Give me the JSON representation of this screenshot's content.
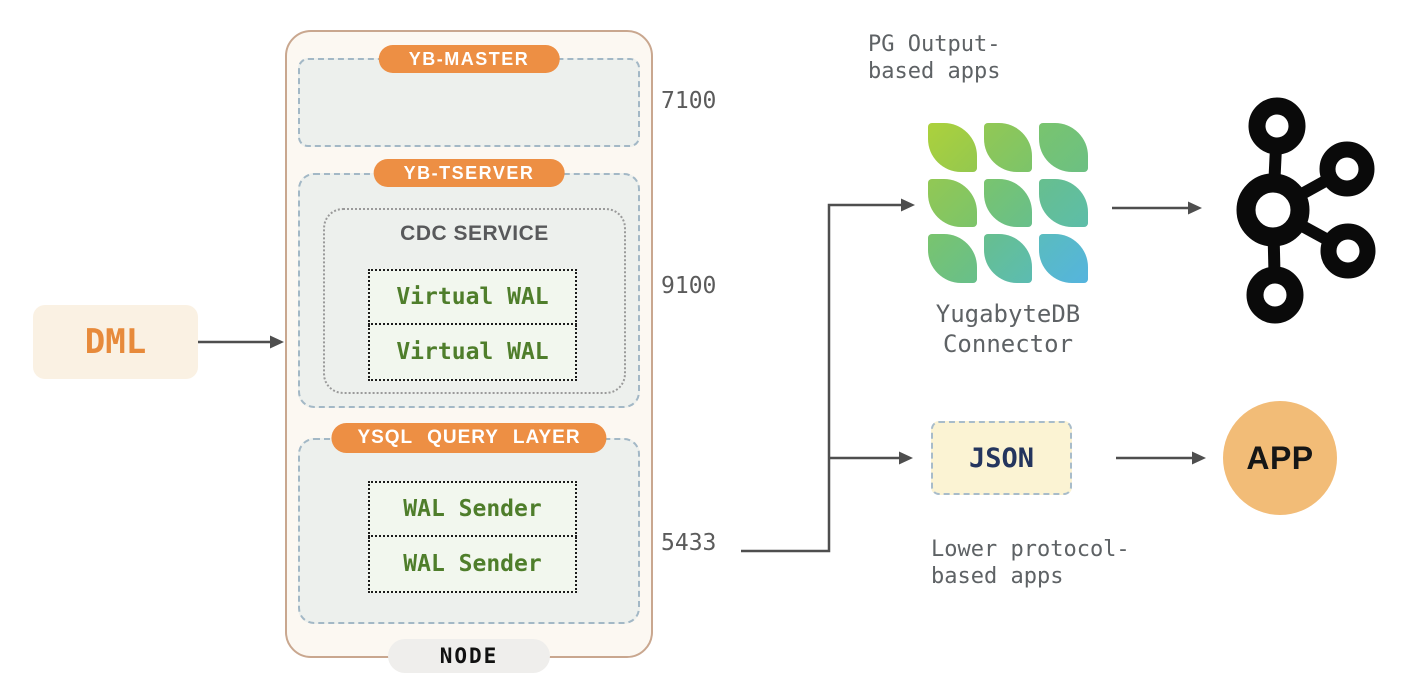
{
  "colors": {
    "accent_orange": "#ED8F44",
    "dml_text_orange": "#E78A3B",
    "wal_green_text": "#4F7E2B",
    "node_background": "#FCF8F2",
    "node_border_tan": "#C9A78F",
    "section_background": "#EDF0ED",
    "section_dashed_border": "#A3B8C6",
    "wal_box_background": "#F2F7EE",
    "json_box_background": "#FBF3D3",
    "json_text_navy": "#24355E",
    "app_circle_orange": "#F2BC77",
    "gray_label_text": "#5E6265",
    "arrow_gray": "#4E4E4E",
    "kafka_black": "#0A0A0A",
    "connector_gradient_start_green": "#ACD13C",
    "connector_gradient_end_blue": "#55B4DE"
  },
  "icons": {
    "kafka": "kafka-logo-icon",
    "connector": "yugabytedb-connector-tiles-icon"
  },
  "dml": {
    "label": "DML"
  },
  "node": {
    "label": "NODE",
    "master": {
      "badge": "YB-MASTER",
      "port": "7100"
    },
    "tserver": {
      "badge": "YB-TSERVER",
      "port": "9100",
      "cdc": {
        "title": "CDC SERVICE",
        "items": [
          "Virtual WAL",
          "Virtual WAL"
        ]
      }
    },
    "ysql": {
      "badge": "YSQL QUERY LAYER",
      "port": "5433",
      "items": [
        "WAL Sender",
        "WAL Sender"
      ]
    }
  },
  "right": {
    "pg_apps": {
      "line1": "PG Output-",
      "line2": "based apps"
    },
    "connector": {
      "line1": "YugabyteDB",
      "line2": "Connector"
    },
    "json_box": {
      "label": "JSON"
    },
    "lower_apps": {
      "line1": "Lower protocol-",
      "line2": "based apps"
    },
    "app": {
      "label": "APP"
    }
  }
}
